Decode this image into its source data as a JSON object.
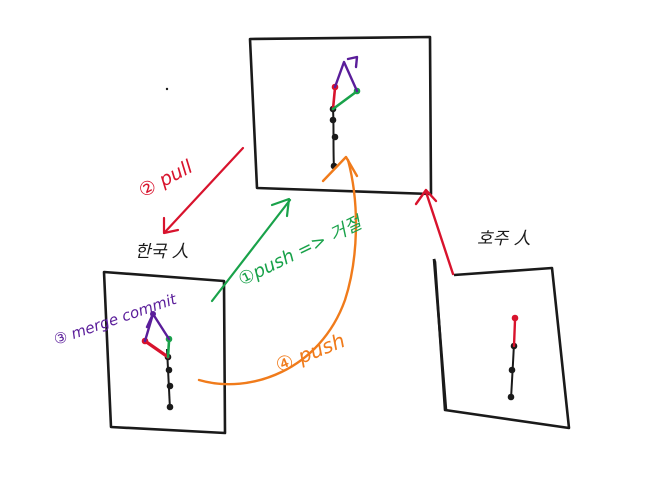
{
  "labels": {
    "step1": "①push => 거절",
    "step2": "② pull",
    "step3": "③ merge commit",
    "step4": "④ push",
    "korea": "한국 人",
    "australia": "호주 人"
  },
  "colors": {
    "ink": "#1a1a1a",
    "red": "#d8132d",
    "green": "#19a24a",
    "purple": "#5a1d9a",
    "orange": "#f07b1b"
  }
}
